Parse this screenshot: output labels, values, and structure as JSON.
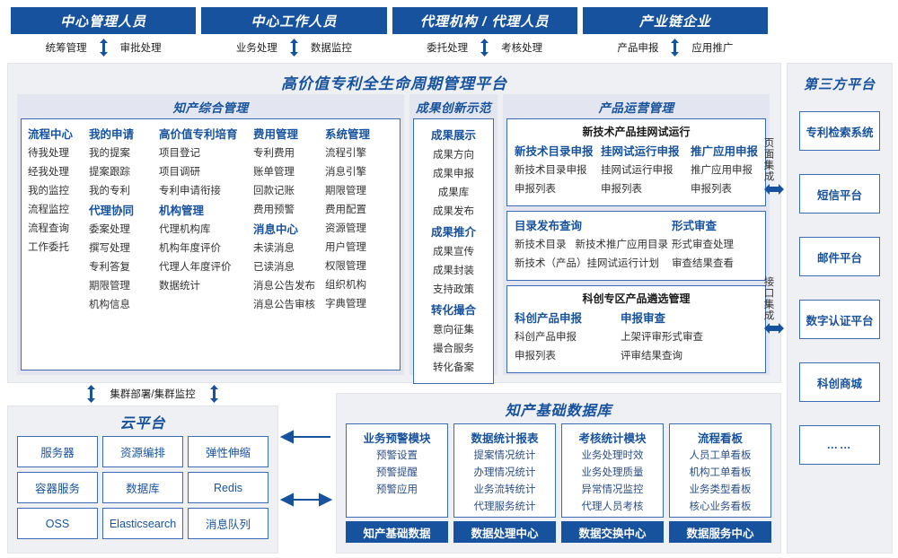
{
  "roles": [
    {
      "title": "中心管理人员",
      "links": [
        "统筹管理",
        "审批处理"
      ]
    },
    {
      "title": "中心工作人员",
      "links": [
        "业务处理",
        "数据监控"
      ]
    },
    {
      "title": "代理机构 / 代理人员",
      "links": [
        "委托处理",
        "考核处理"
      ]
    },
    {
      "title": "产业链企业",
      "links": [
        "产品申报",
        "应用推广"
      ]
    }
  ],
  "platform": {
    "title": "高价值专利全生命周期管理平台",
    "groups": [
      {
        "name": "知产综合管理",
        "columns": [
          {
            "blocks": [
              {
                "head": "流程中心",
                "items": [
                  "待我处理",
                  "经我处理",
                  "我的监控",
                  "流程监控",
                  "流程查询",
                  "工作委托"
                ]
              }
            ]
          },
          {
            "blocks": [
              {
                "head": "我的申请",
                "items": [
                  "我的提案",
                  "提案跟踪",
                  "我的专利"
                ]
              },
              {
                "head": "代理协同",
                "items": [
                  "委案处理",
                  "撰写处理",
                  "专利答复",
                  "期限管理",
                  "机构信息"
                ]
              }
            ]
          },
          {
            "blocks": [
              {
                "head": "高价值专利培育",
                "items": [
                  "项目登记",
                  "项目调研",
                  "专利申请衔接"
                ]
              },
              {
                "head": "机构管理",
                "items": [
                  "代理机构库",
                  "机构年度评价",
                  "代理人年度评价",
                  "数据统计"
                ]
              }
            ]
          },
          {
            "blocks": [
              {
                "head": "费用管理",
                "items": [
                  "专利费用",
                  "账单管理",
                  "回款记账",
                  "费用预警"
                ]
              },
              {
                "head": "消息中心",
                "items": [
                  "未读消息",
                  "已读消息",
                  "消息公告发布",
                  "消息公告审核"
                ]
              }
            ]
          },
          {
            "blocks": [
              {
                "head": "系统管理",
                "items": [
                  "流程引擎",
                  "消息引擎",
                  "期限管理",
                  "费用配置",
                  "资源管理",
                  "用户管理",
                  "权限管理",
                  "组织机构",
                  "字典管理"
                ]
              }
            ]
          }
        ]
      },
      {
        "name": "成果创新示范",
        "blocks": [
          {
            "head": "成果展示",
            "items": [
              "成果方向",
              "成果申报",
              "成果库",
              "成果发布"
            ]
          },
          {
            "head": "成果推介",
            "items": [
              "成果宣传",
              "成果封装",
              "支持政策"
            ]
          },
          {
            "head": "转化撮合",
            "items": [
              "意向征集",
              "撮合服务",
              "转化备案"
            ]
          }
        ]
      },
      {
        "name": "产品运营管理",
        "subpanels": [
          {
            "title": "新技术产品挂网试运行",
            "columns": [
              {
                "head": "新技术目录申报",
                "items": [
                  "新技术目录申报",
                  "申报列表"
                ]
              },
              {
                "head": "挂网试运行申报",
                "items": [
                  "挂网试运行申报",
                  "申报列表"
                ]
              },
              {
                "head": "推广应用申报",
                "items": [
                  "推广应用申报",
                  "申报列表"
                ]
              }
            ]
          },
          {
            "title": "",
            "columns": [
              {
                "head": "目录发布查询",
                "items": [
                  "新技术目录",
                  "新技术推广应用目录",
                  "新技术（产品）挂网试运行计划"
                ]
              },
              {
                "head": "形式审查",
                "items": [
                  "形式审查处理",
                  "审查结果查看"
                ]
              }
            ]
          },
          {
            "title": "科创专区产品遴选管理",
            "columns": [
              {
                "head": "科创产品申报",
                "items": [
                  "科创产品申报",
                  "申报列表"
                ]
              },
              {
                "head": "申报审查",
                "items": [
                  "上架评审形式审查",
                  "评审结果查询"
                ]
              }
            ]
          }
        ]
      }
    ]
  },
  "integration": [
    "页面集成",
    "接口集成"
  ],
  "third_party": {
    "title": "第三方平台",
    "items": [
      "专利检索系统",
      "短信平台",
      "邮件平台",
      "数字认证平台",
      "科创商城",
      "……"
    ]
  },
  "cluster_label": "集群部署/集群监控",
  "cloud": {
    "title": "云平台",
    "cells": [
      "服务器",
      "资源编排",
      "弹性伸缩",
      "容器服务",
      "数据库",
      "Redis",
      "OSS",
      "Elasticsearch",
      "消息队列"
    ]
  },
  "database": {
    "title": "知产基础数据库",
    "columns": [
      {
        "head": "业务预警模块",
        "items": [
          "预警设置",
          "预警提醒",
          "预警应用"
        ],
        "foot": "知产基础数据"
      },
      {
        "head": "数据统计报表",
        "items": [
          "提案情况统计",
          "办理情况统计",
          "业务流转统计",
          "代理服务统计"
        ],
        "foot": "数据处理中心"
      },
      {
        "head": "考核统计模块",
        "items": [
          "业务处理时效",
          "业务处理质量",
          "异常情况监控",
          "代理人员考核"
        ],
        "foot": "数据交换中心"
      },
      {
        "head": "流程看板",
        "items": [
          "人员工单看板",
          "机构工单看板",
          "业务类型看板",
          "核心业务看板"
        ],
        "foot": "数据服务中心"
      }
    ]
  },
  "colors": {
    "brand_blue": "#17529e",
    "border_blue": "#3b6bb5",
    "panel_bg": "#eef0f4",
    "group_bg": "#e3e6f0"
  }
}
